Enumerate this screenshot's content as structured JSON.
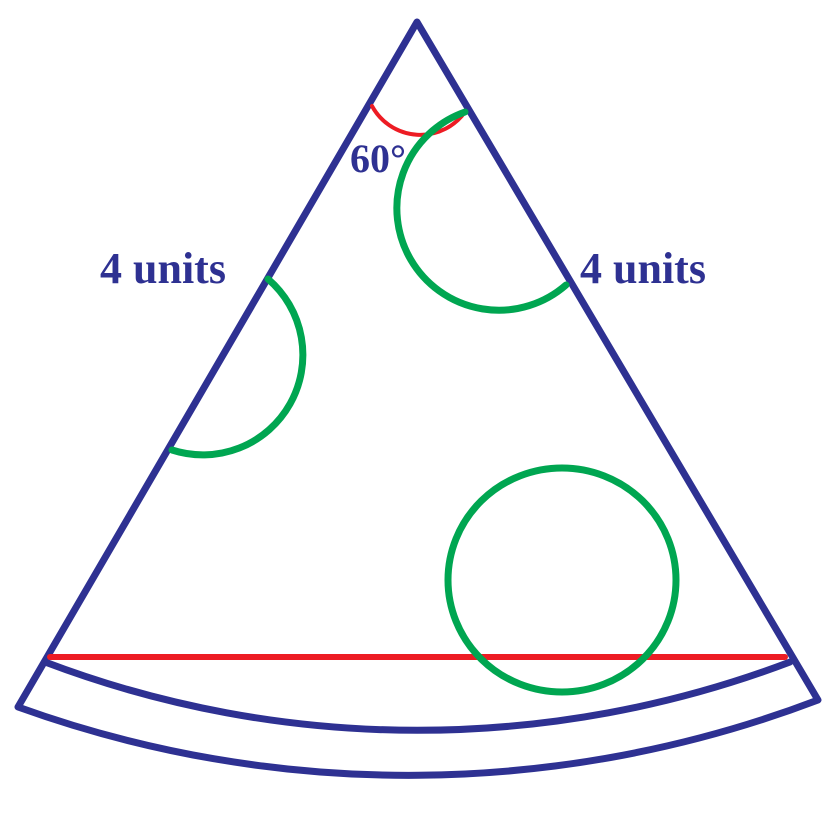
{
  "labels": {
    "left_side": "4 units",
    "right_side": "4 units",
    "angle": "60°"
  },
  "colors": {
    "outline": "#2E3192",
    "toppings": "#00A651",
    "chord_and_angle": "#ED1C24"
  }
}
